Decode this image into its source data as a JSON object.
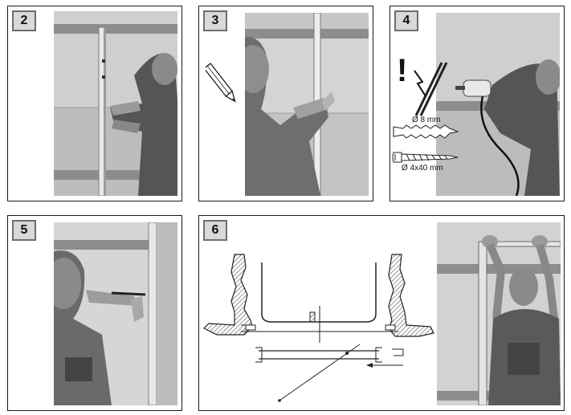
{
  "steps": [
    {
      "number": "2"
    },
    {
      "number": "3"
    },
    {
      "number": "4",
      "warning_symbol": "!",
      "dowel_label": "Ø 8 mm",
      "screw_label": "Ø 4x40 mm"
    },
    {
      "number": "5"
    },
    {
      "number": "6"
    }
  ],
  "icons": {
    "pencil": "pencil-icon",
    "drill_bits": "drill-bits-icon",
    "dowel": "wall-plug-icon",
    "screw": "screw-icon"
  }
}
